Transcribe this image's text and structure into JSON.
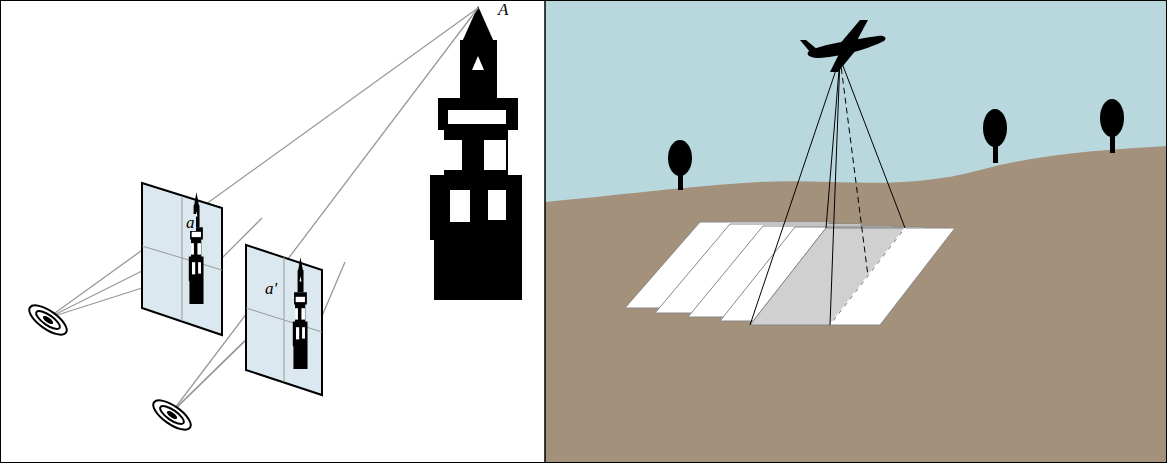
{
  "diagram": {
    "labels": [
      "A",
      "a",
      "a'"
    ]
  }
}
